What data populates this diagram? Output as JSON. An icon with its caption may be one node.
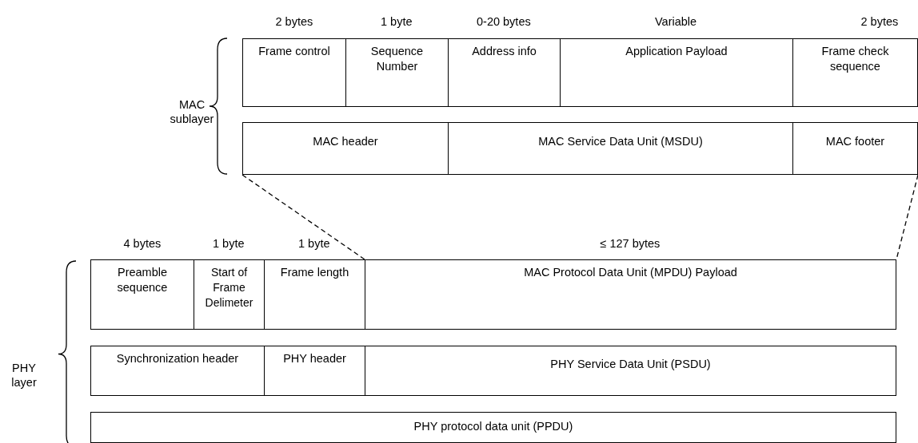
{
  "diagram": {
    "nodes": [
      {
        "text": [
          "Frame control"
        ]
      },
      {
        "text": [
          "Sequence Number"
        ]
      },
      {
        "text": [
          "Address info"
        ]
      },
      {
        "text": [
          "Application Payload"
        ]
      },
      {
        "text": [
          "Frame check sequence"
        ]
      },
      {
        "text": [
          "MAC header"
        ]
      },
      {
        "text": [
          "MAC Service Data Unit (MSDU)"
        ]
      },
      {
        "text": [
          "MAC footer"
        ]
      },
      {
        "text": [
          "Preamble sequence"
        ]
      },
      {
        "text": [
          "Start of Frame Delimeter"
        ]
      },
      {
        "text": [
          "Frame length"
        ]
      },
      {
        "text": [
          "MAC Protocol Data Unit (MPDU) Payload"
        ]
      },
      {
        "text": [
          "Synchronization header"
        ]
      },
      {
        "text": [
          "PHY header"
        ]
      },
      {
        "text": [
          "PHY Service Data Unit (PSDU)"
        ]
      },
      {
        "text": [
          "PHY protocol data unit (PPDU)"
        ]
      }
    ],
    "edges": [
      {
        "from": 5,
        "to": 11,
        "arrow": "none",
        "style": "dashed"
      },
      {
        "from": 7,
        "to": 11,
        "arrow": "none",
        "style": "dashed"
      }
    ],
    "labels": [
      "2 bytes",
      "1 byte",
      "0-20 bytes",
      "Variable",
      "2 bytes",
      "MAC sublayer",
      "4 bytes",
      "1 byte",
      "1 byte",
      "≤ 127 bytes",
      "PHY layer"
    ]
  }
}
